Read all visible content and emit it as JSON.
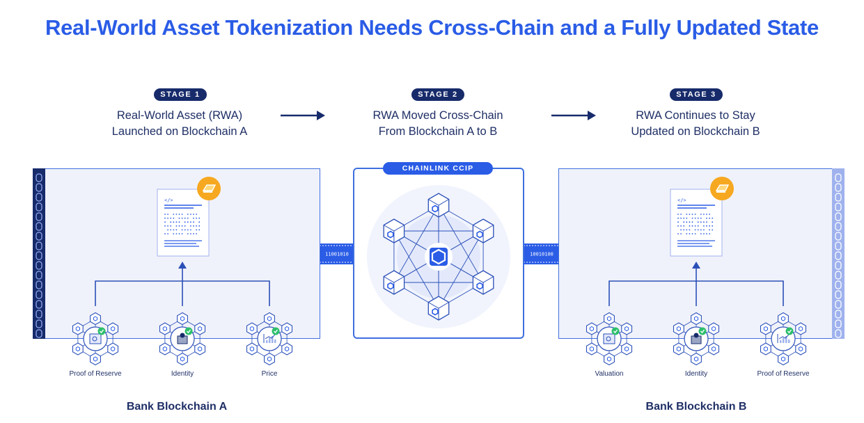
{
  "title": "Real-World Asset Tokenization Needs Cross-Chain and a Fully Updated State",
  "stages": [
    {
      "pill": "STAGE 1",
      "line1": "Real-World Asset (RWA)",
      "line2": "Launched on Blockchain A"
    },
    {
      "pill": "STAGE 2",
      "line1": "RWA Moved Cross-Chain",
      "line2": "From Blockchain A to B"
    },
    {
      "pill": "STAGE 3",
      "line1": "RWA Continues to Stay",
      "line2": "Updated on Blockchain B"
    }
  ],
  "ccip_label": "CHAINLINK CCIP",
  "code_tag": "</>",
  "connector_binary": {
    "left": "11001010",
    "right": "10010100"
  },
  "chain_a": {
    "label": "Bank Blockchain A",
    "nodes": [
      "Proof of Reserve",
      "Identity",
      "Price"
    ]
  },
  "chain_b": {
    "label": "Bank Blockchain B",
    "nodes": [
      "Valuation",
      "Identity",
      "Proof of Reserve"
    ]
  },
  "colors": {
    "title": "#2a5ce6",
    "navy": "#172b6b",
    "accent": "#3f6fe0",
    "panel_bg": "#f0f2fb",
    "check": "#2dbf6c",
    "token": "#f6a821"
  },
  "icons": [
    "arrow-right-icon",
    "code-document-icon",
    "gold-bar-token-icon",
    "hexagon-network-icon",
    "chainlink-logo-icon",
    "checkmark-icon",
    "vault-icon",
    "user-id-icon",
    "chart-icon"
  ]
}
